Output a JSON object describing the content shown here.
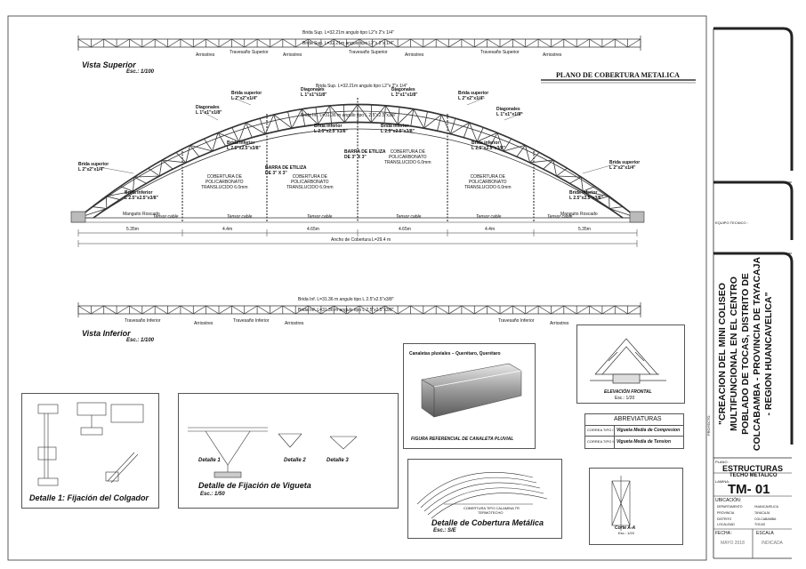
{
  "top_view": {
    "brida_sup_1": "Brida Sup. L=32.21m angulo tipo L2\"x 2\"x 1/4\"",
    "brida_sup_2": "Brida Sup. L=32.21m angulo tipo L2\"x 2\"x 1/4\"",
    "labels": [
      "Arriostres",
      "Travesaño Superior",
      "Arriostres",
      "Travesaño Superior",
      "Arriostres",
      "Travesaño Superior",
      "Arriostres"
    ],
    "title": "Vista Superior",
    "scale": "Esc.: 1/100"
  },
  "plan_title": "PLANO DE COBERTURA METALICA",
  "elevation": {
    "brida_sup": "Brida Sup. L=32.21m angulo tipo L2\"x 2\"x 1/4\"",
    "brida_inf": "Brida Inf. L=31.36 m angulo tipo L 2.5\"x2.5\"x3/8\"",
    "annotations": [
      {
        "t": "Brida superior",
        "s": "L 2\"x2\"x1/4\""
      },
      {
        "t": "Diagonales",
        "s": "L 1\"x1\"x1/8\""
      },
      {
        "t": "Diagonales",
        "s": "L 1\"x1\"x1/8\""
      },
      {
        "t": "Brida superior",
        "s": "L 2\"x2\"x1/4\""
      },
      {
        "t": "Diagonales",
        "s": "L 1\"x1\"x1/8\""
      },
      {
        "t": "Diagonales",
        "s": "L 1\"x1\"x1/8\""
      },
      {
        "t": "Brida inferior",
        "s": "L 2.5\"x2.5\"x3/8\""
      },
      {
        "t": "Brida inferior",
        "s": "L 2.5\"x2.5\"x3/8\""
      },
      {
        "t": "Brida inferior",
        "s": "L 2.5\"x2.5\"x3/8\""
      },
      {
        "t": "Brida inferior",
        "s": "L 2.5\"x2.5\"x3/8\""
      },
      {
        "t": "Brida superior",
        "s": "L 2\"x2\"x1/4\""
      },
      {
        "t": "Brida superior",
        "s": "L 2\"x2\"x1/4\""
      },
      {
        "t": "Brida inferior",
        "s": "L 2.5\"x2.5\"x3/8\""
      },
      {
        "t": "Brida inferior",
        "s": "L 2.5\"x2.5\"x3/8\""
      }
    ],
    "barra_label": "BARRA DE ETILIZA",
    "barra_size": "DE 3\" X 3\"",
    "cobertura": [
      "COBERTURA DE",
      "POLICARBONATO",
      "TRANSLUCIDO 6.0mm"
    ],
    "tensor": "Tensor cable",
    "manguito": "Manguito Roscado",
    "dims": [
      "5.35m",
      "4.4m",
      "4.65m",
      "4.65m",
      "4.4m",
      "5.35m"
    ],
    "ancho": "Ancho de Cobertura L=29.4 m"
  },
  "bottom_view": {
    "brida_inf_1": "Brida Inf. L=31.36 m angulo tipo L 2.5\"x2.5\"x3/8\"",
    "brida_inf_2": "Brida Inf. L=31.36 m angulo tipo L 2.5\"x2.5\"x3/8\"",
    "labels": [
      "Travesaño Inferior",
      "Arriostres",
      "Travesaño Inferior",
      "Arriostres",
      "Travesaño Inferior",
      "Arriostres"
    ],
    "title": "Vista Inferior",
    "scale": "Esc.: 1/100"
  },
  "canaleta": {
    "header": "Canaletas pluviales – Querétaro, Querétaro",
    "caption": "FIGURA REFERENCIAL DE CANALETA PLUVIAL"
  },
  "elevacion_frontal": {
    "title": "ELEVACIÓN FRONTAL",
    "scale": "Esc.: 1/20"
  },
  "abreviaturas": {
    "title": "ABREVIATURAS",
    "rows": [
      {
        "code": "CORREA TIPO I",
        "desc": "Vigueta Media de Compresion"
      },
      {
        "code": "CORREA TIPO II",
        "desc": "Vigueta Media de Tension"
      }
    ]
  },
  "detalle1": {
    "title": "Detalle 1: Fijación del Colgador"
  },
  "vigueta": {
    "title": "Detalle de Fijación de Vigueta",
    "scale": "Esc.: 1/50",
    "d1": "Detalle 1",
    "d2": "Detalle 2",
    "d3": "Detalle 3"
  },
  "cobertura_det": {
    "title": "Detalle de Cobertura Metálica",
    "scale": "Esc.: S/E",
    "label": "COBERTURA TIPO CALAMINA TR",
    "sub": "TERMOTECHO"
  },
  "corte": {
    "title": "Corte A-A",
    "scale": "Esc.: 1/20"
  },
  "title_block": {
    "equipo": "EQUIPO TECNICO :",
    "proyecto": "PROYECTO:",
    "project_name": "\"CREACION DEL MINI COLISEO MULTIFUNCIONAL EN EL CENTRO POBLADO DE TOCAS, DISTRITO DE COLCABAMBA - PROVINCIA DE TAYACAJA - REGION HUANCAVELICA\"",
    "plano": "PLANO :",
    "plano_title": "ESTRUCTURAS",
    "plano_sub": "TECHO METALICO",
    "lamina": "LAMINA:",
    "lamina_num": "TM- 01",
    "ubicacion": "UBICACIÓN:",
    "ub_rows": [
      {
        "k": "DEPARTAMENTO",
        "v": "HUANCAVELICA"
      },
      {
        "k": "PROVINCIA",
        "v": "TAYACAJA"
      },
      {
        "k": "DISTRITO",
        "v": "COLCABAMBA"
      },
      {
        "k": "LOCALIDAD",
        "v": "TOCAS"
      }
    ],
    "fecha": "FECHA :",
    "escala": "ESCALA",
    "fecha_val": "MAYO 2018",
    "escala_val": "INDICADA"
  }
}
